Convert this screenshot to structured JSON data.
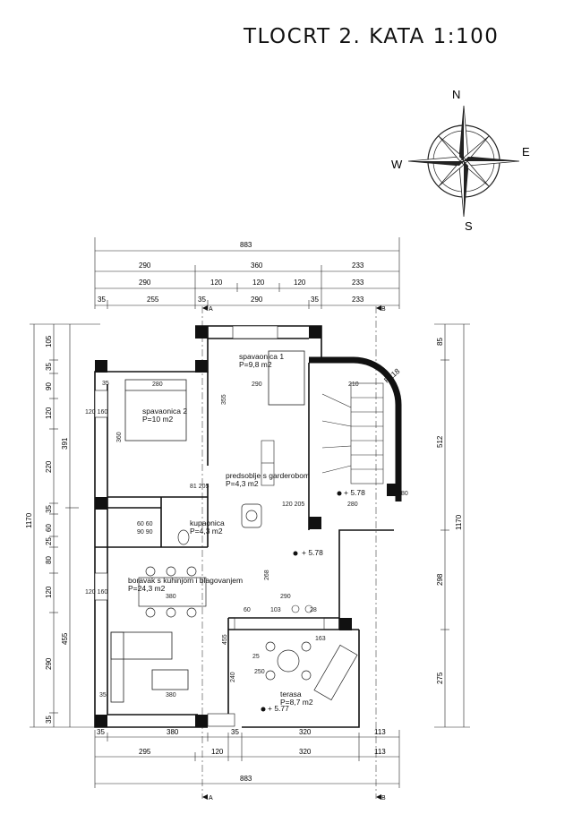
{
  "title": "TLOCRT 2. KATA 1:100",
  "compass": {
    "n": "N",
    "e": "E",
    "s": "S",
    "w": "W"
  },
  "section_marks": {
    "a": "A",
    "b": "B"
  },
  "rooms": {
    "spavaonica1": {
      "name": "spavaonica 1",
      "area": "P=9,8 m2"
    },
    "spavaonica2": {
      "name": "spavaonica 2",
      "area": "P=10 m2"
    },
    "predsoblje": {
      "name": "predsoblje s garderobom",
      "area": "P=4,3 m2"
    },
    "kupaonica": {
      "name": "kupaonica",
      "area": "P=4,3 m2"
    },
    "boravak": {
      "name": "boravak s kuhinjom i blagovanjem",
      "area": "P=24,3 m2"
    },
    "terasa": {
      "name": "terasa",
      "area": "P=8,7 m2"
    }
  },
  "levels": {
    "l1": "+ 5.78",
    "l2": "+ 5.78",
    "l3": "+ 5.77"
  },
  "radius_label": "R118",
  "top_dims": {
    "row1": [
      "883"
    ],
    "row2": [
      "290",
      "360",
      "233"
    ],
    "row3": [
      "290",
      "120",
      "120",
      "120",
      "233"
    ],
    "row4": [
      "35",
      "255",
      "35",
      "290",
      "35",
      "233"
    ]
  },
  "bottom_dims": {
    "row1": [
      "35",
      "380",
      "35",
      "320",
      "113"
    ],
    "row2": [
      "295",
      "120",
      "320",
      "113"
    ],
    "row3": [
      "883"
    ]
  },
  "left_dims": {
    "total": "1170",
    "mid": [
      "391",
      "455"
    ],
    "inner": [
      "105",
      "35",
      "90",
      "120",
      "220",
      "35",
      "60",
      "25",
      "80",
      "120",
      "290",
      "35"
    ]
  },
  "right_dims": {
    "total": "1170",
    "inner": [
      "85",
      "512",
      "298",
      "275"
    ]
  },
  "inner_dims": {
    "d280": "280",
    "d360": "360",
    "d355": "355",
    "d290": "290",
    "d210": "210",
    "d380a": "380",
    "d380b": "380",
    "d290b": "290",
    "d268": "268",
    "d163": "163",
    "d455": "455",
    "d60": "60",
    "d103": "103",
    "d28": "28",
    "d240": "240",
    "d25": "25",
    "d250": "250",
    "d35a": "35",
    "d35b": "35",
    "d6060": "60 60",
    "d9090": "90 90",
    "d120160a": "120 160",
    "d120160b": "120 160",
    "d80": "80",
    "d205": "120 205",
    "d280b": "280",
    "d8160": "81 205"
  }
}
